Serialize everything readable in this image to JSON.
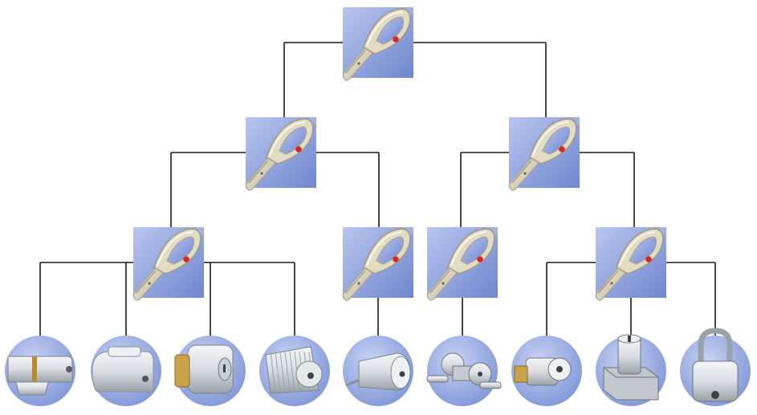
{
  "diagram": {
    "type": "master-key-hierarchy",
    "colors": {
      "connector": "#1a1a1a",
      "key_tile_light": "#b9c6ee",
      "key_tile_dark": "#6f86cf",
      "key_metal": "#e2dcc5",
      "key_metal_shadow": "#b8b097",
      "key_dot": "#d8262b",
      "lock_disc_light": "#c7d3f3",
      "lock_disc_dark": "#7c93d6",
      "lock_metal": "#d9dde2"
    },
    "keys": [
      {
        "id": "grand-master-key",
        "icon": "key-icon",
        "level": 0,
        "parent": null
      },
      {
        "id": "master-key-left",
        "icon": "key-icon",
        "level": 1,
        "parent": "grand-master-key"
      },
      {
        "id": "master-key-right",
        "icon": "key-icon",
        "level": 1,
        "parent": "grand-master-key"
      },
      {
        "id": "sub-master-key-1",
        "icon": "key-icon",
        "level": 2,
        "parent": "master-key-left"
      },
      {
        "id": "sub-master-key-2",
        "icon": "key-icon",
        "level": 2,
        "parent": "master-key-left"
      },
      {
        "id": "sub-master-key-3",
        "icon": "key-icon",
        "level": 2,
        "parent": "master-key-right"
      },
      {
        "id": "sub-master-key-4",
        "icon": "key-icon",
        "level": 2,
        "parent": "master-key-right"
      }
    ],
    "locks": [
      {
        "id": "euro-profile-cylinder",
        "icon": "euro-cylinder-icon",
        "parent": "sub-master-key-1"
      },
      {
        "id": "oval-cylinder",
        "icon": "oval-cylinder-icon",
        "parent": "sub-master-key-1"
      },
      {
        "id": "rim-cylinder",
        "icon": "rim-cylinder-icon",
        "parent": "sub-master-key-1"
      },
      {
        "id": "round-cylinder",
        "icon": "round-cylinder-icon",
        "parent": "sub-master-key-1"
      },
      {
        "id": "cam-lock",
        "icon": "cam-lock-icon",
        "parent": "sub-master-key-2"
      },
      {
        "id": "lever-handle-lock",
        "icon": "lever-handle-lock-icon",
        "parent": "sub-master-key-3"
      },
      {
        "id": "furniture-lock",
        "icon": "furniture-lock-icon",
        "parent": "sub-master-key-4"
      },
      {
        "id": "box-lock",
        "icon": "box-lock-icon",
        "parent": "sub-master-key-4"
      },
      {
        "id": "padlock",
        "icon": "padlock-icon",
        "parent": "sub-master-key-4"
      }
    ]
  }
}
